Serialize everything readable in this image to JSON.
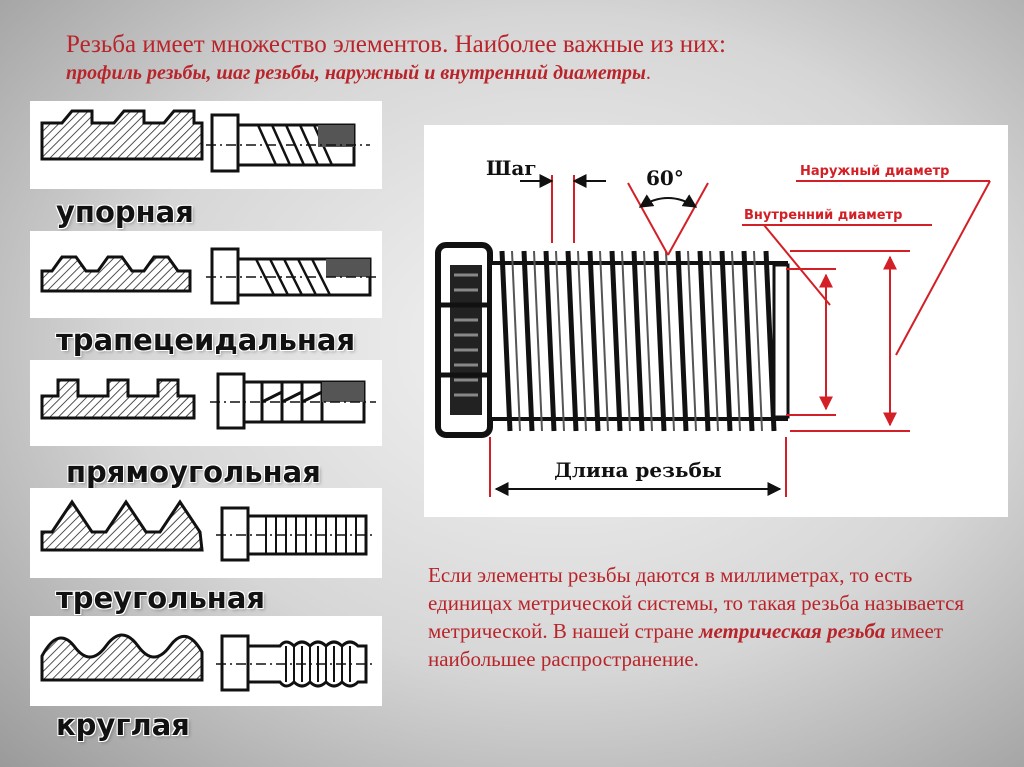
{
  "title": {
    "line1": "Резьба имеет множество элементов. Наиболее важные из них:",
    "line2": "профиль резьбы, шаг резьбы, наружный и внутренний диаметры",
    "line2_end": "."
  },
  "thread_types": [
    {
      "label": "упорная",
      "profile": "buttress"
    },
    {
      "label": "трапецеидальная",
      "profile": "trapezoidal"
    },
    {
      "label": "прямоугольная",
      "profile": "rectangular"
    },
    {
      "label": "треугольная",
      "profile": "triangular"
    },
    {
      "label": "круглая",
      "profile": "round"
    }
  ],
  "diagram": {
    "pitch_label": "Шаг",
    "angle_label": "60°",
    "outer_diameter_label": "Наружный диаметр",
    "inner_diameter_label": "Внутренний диаметр",
    "thread_length_label": "Длина резьбы"
  },
  "body": {
    "part1": "Если элементы резьбы даются в миллиметрах, то есть единицах метрической системы, то такая резьба называется метрической. В нашей стране ",
    "emphasis": "метрическая резьба",
    "part2": " имеет наибольшее распространение."
  },
  "colors": {
    "accent": "#b8242a",
    "dimension": "#d31f26"
  }
}
